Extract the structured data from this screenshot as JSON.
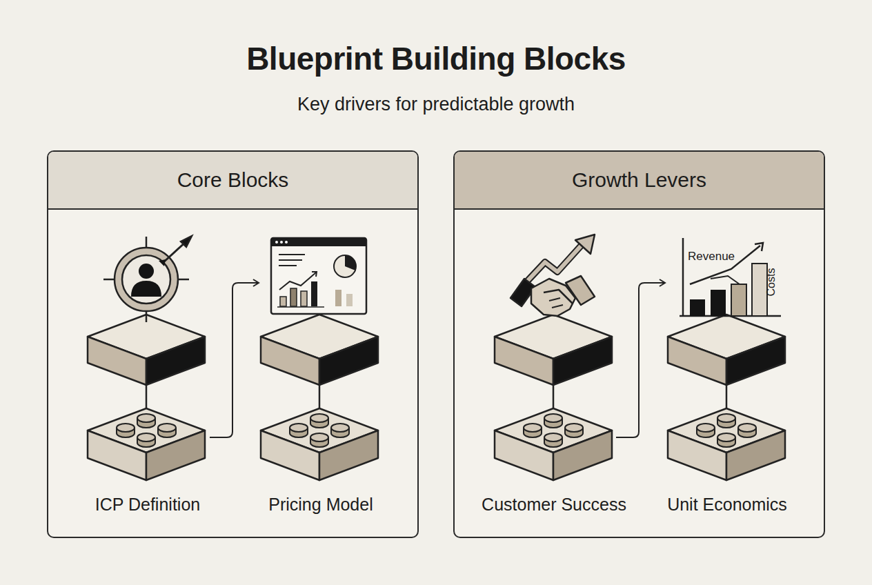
{
  "diagram": {
    "title": "Blueprint Building Blocks",
    "nodes": [
      {
        "text": [
          "Core Blocks"
        ]
      },
      {
        "text": [
          "ICP Definition"
        ],
        "in": 0
      },
      {
        "text": [
          "Pricing Model"
        ],
        "in": 0
      },
      {
        "text": [
          "Growth Levers"
        ]
      },
      {
        "text": [
          "Customer Success"
        ],
        "in": 3
      },
      {
        "text": [
          "Unit Economics"
        ],
        "in": 3
      }
    ],
    "edges": [
      {
        "from": 1,
        "to": 2,
        "arrow": "to"
      },
      {
        "from": 4,
        "to": 5,
        "arrow": "to"
      }
    ],
    "labels": [
      "Key drivers for predictable growth",
      "Revenue",
      "Costs"
    ]
  }
}
